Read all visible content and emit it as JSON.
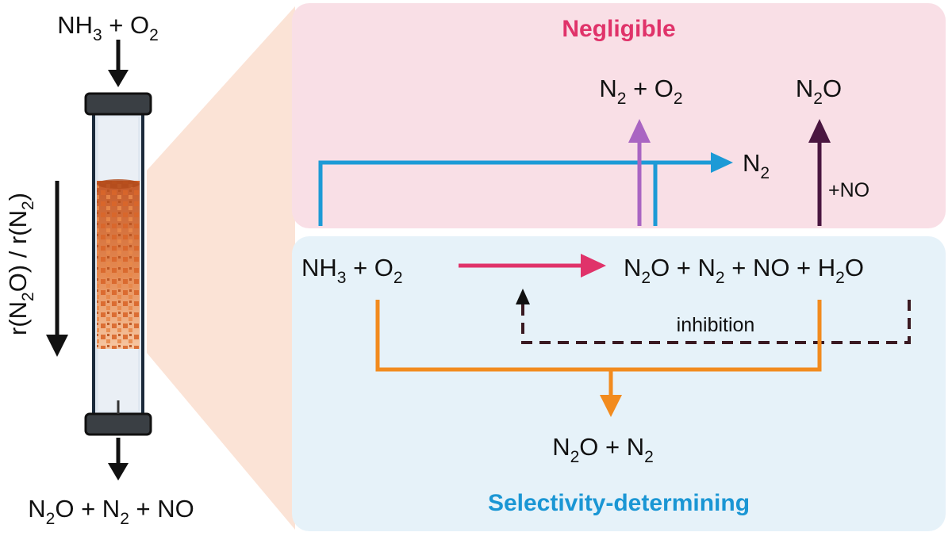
{
  "colors": {
    "negligible_bg": "#f9dfe6",
    "selectivity_bg": "#e6f2f9",
    "negligible_title": "#e0336a",
    "selectivity_title": "#1a96d4",
    "arrow_pink": "#e0336a",
    "arrow_blue": "#1d9ad6",
    "arrow_purple": "#a965c2",
    "arrow_darkpurple": "#4a1640",
    "arrow_orange": "#f28b1e",
    "catalyst": "#e07a3c"
  },
  "reactor": {
    "feed": {
      "a": "NH",
      "a_sub": "3",
      "b": " + O",
      "b_sub": "2"
    },
    "product": {
      "a": "N",
      "a_sub": "2",
      "b": "O + N",
      "b_sub": "2",
      "c": " + NO"
    },
    "axis_label": {
      "a": "r(N",
      "a_sub": "2",
      "b": "O) / r(N",
      "b_sub": "2",
      "c": ")"
    }
  },
  "negligible": {
    "title": "Negligible",
    "n2_o2": {
      "a": "N",
      "a_sub": "2",
      "b": " + O",
      "b_sub": "2"
    },
    "n2o": {
      "a": "N",
      "a_sub": "2",
      "b": "O"
    },
    "n2": {
      "a": "N",
      "a_sub": "2"
    },
    "plus_no": "+NO"
  },
  "selectivity": {
    "title": "Selectivity-determining",
    "reactants": {
      "a": "NH",
      "a_sub": "3",
      "b": " + O",
      "b_sub": "2"
    },
    "products": {
      "a": "N",
      "a_sub": "2",
      "b": "O + N",
      "b_sub": "2",
      "c": " + NO + H",
      "c_sub": "2",
      "d": "O"
    },
    "outcome": {
      "a": "N",
      "a_sub": "2",
      "b": "O + N",
      "b_sub": "2"
    },
    "inhibition": "inhibition"
  }
}
